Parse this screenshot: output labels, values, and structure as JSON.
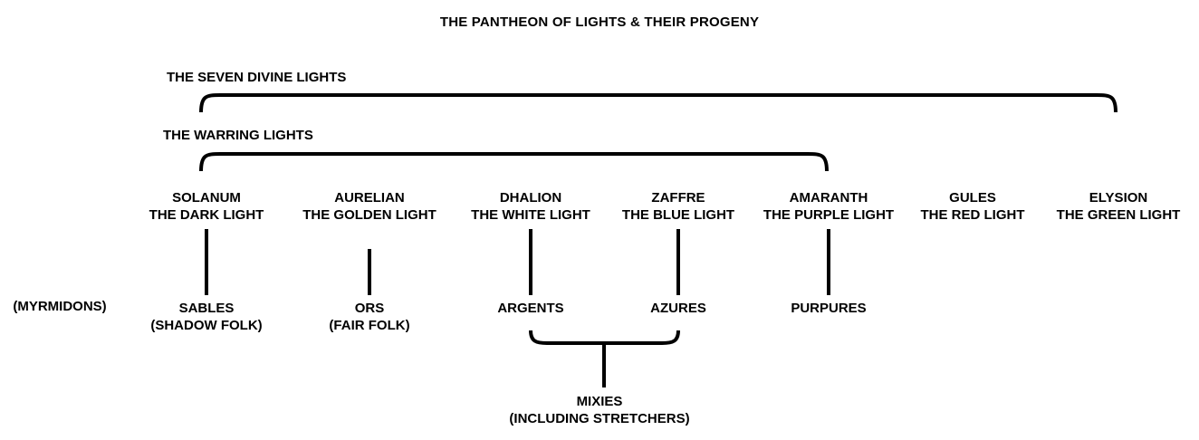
{
  "title": "THE PANTHEON OF LIGHTS & THEIR PROGENY",
  "groups": {
    "divine_label": "THE SEVEN DIVINE LIGHTS",
    "warring_label": "THE WARRING LIGHTS"
  },
  "side_label": "(MYRMIDONS)",
  "deities": [
    {
      "name": "SOLANUM",
      "epithet": "THE DARK LIGHT"
    },
    {
      "name": "AURELIAN",
      "epithet": "THE GOLDEN LIGHT"
    },
    {
      "name": "DHALION",
      "epithet": "THE WHITE LIGHT"
    },
    {
      "name": "ZAFFRE",
      "epithet": "THE BLUE LIGHT"
    },
    {
      "name": "AMARANTH",
      "epithet": "THE PURPLE LIGHT"
    },
    {
      "name": "GULES",
      "epithet": "THE RED LIGHT"
    },
    {
      "name": "ELYSION",
      "epithet": "THE GREEN LIGHT"
    }
  ],
  "progeny": [
    {
      "name": "SABLES",
      "sub": "(SHADOW FOLK)"
    },
    {
      "name": "ORS",
      "sub": "(FAIR FOLK)"
    },
    {
      "name": "ARGENTS",
      "sub": ""
    },
    {
      "name": "AZURES",
      "sub": ""
    },
    {
      "name": "PURPURES",
      "sub": ""
    }
  ],
  "hybrid": {
    "name": "MIXIES",
    "sub": "(INCLUDING STRETCHERS)"
  },
  "colors": {
    "ink": "#000000",
    "background": "#ffffff"
  }
}
